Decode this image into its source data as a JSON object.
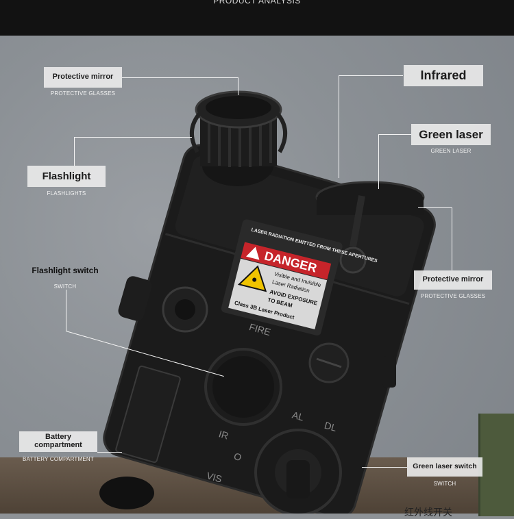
{
  "header": {
    "title": "PRODUCT ANALYSIS"
  },
  "callouts": {
    "protective_mirror_left": {
      "label": "Protective mirror",
      "sub": "PROTECTIVE GLASSES"
    },
    "flashlight": {
      "label": "Flashlight",
      "sub": "FLASHLIGHTS"
    },
    "flashlight_switch": {
      "label": "Flashlight switch",
      "sub": "SWITCH"
    },
    "battery_compartment": {
      "label": "Battery compartment",
      "sub": "BATTERY COMPARTMENT"
    },
    "infrared": {
      "label": "Infrared"
    },
    "green_laser": {
      "label": "Green laser",
      "sub": "GREEN LASER"
    },
    "protective_mirror_right": {
      "label": "Protective mirror",
      "sub": "PROTECTIVE GLASSES"
    },
    "green_laser_switch": {
      "label": "Green laser switch",
      "sub": "SWITCH"
    }
  },
  "warning_label": {
    "top_line": "LASER RADIATION EMITTED FROM THESE APERTURES",
    "danger": "DANGER",
    "lines": [
      "Visible and Invisible",
      "Laser Radiation",
      "AVOID EXPOSURE",
      "TO BEAM",
      "Class 3B Laser Product"
    ]
  },
  "device_markings": {
    "fire": "FIRE",
    "al": "AL",
    "dl": "DL",
    "ir": "IR",
    "vis": "VIS",
    "o": "O"
  },
  "bottom_text": "红外线开关",
  "colors": {
    "header": "#121212",
    "device": "#1b1b1b",
    "danger_red": "#c6242a",
    "laser_yellow": "#f0c400",
    "line": "#f5f5f5"
  }
}
